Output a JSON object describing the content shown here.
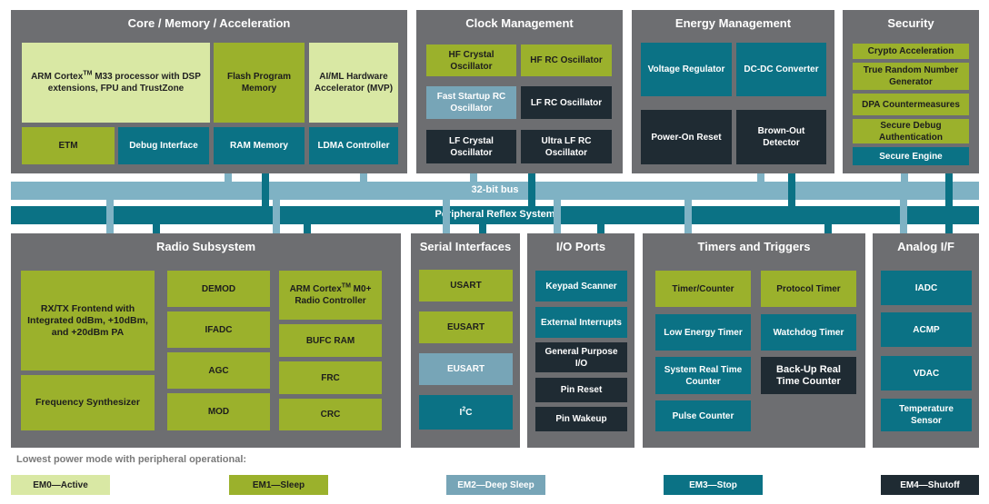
{
  "colors": {
    "panel": "#6d6e71",
    "em0": "#d9e8a4",
    "em1": "#9bb12c",
    "em2": "#77a5b7",
    "em3": "#0b7285",
    "em4": "#1f2b33",
    "bus": "#7fb2c4",
    "prs": "#0b7285"
  },
  "panels": {
    "core": "Core / Memory / Acceleration",
    "clock": "Clock Management",
    "energy": "Energy Management",
    "security": "Security",
    "radio": "Radio Subsystem",
    "serial": "Serial Interfaces",
    "io": "I/O Ports",
    "timers": "Timers and Triggers",
    "analog": "Analog I/F"
  },
  "core": {
    "arm_pre": "ARM Cortex",
    "arm_tm": "TM",
    "arm_post": " M33 processor with DSP extensions, FPU and TrustZone",
    "flash": "Flash Program Memory",
    "aiml": "AI/ML Hardware Accelerator (MVP)",
    "etm": "ETM",
    "debug": "Debug Interface",
    "ram": "RAM Memory",
    "ldma": "LDMA Controller"
  },
  "clock": {
    "hf_crystal": "HF Crystal Oscillator",
    "hf_rc": "HF RC Oscillator",
    "fast_rc": "Fast Startup RC Oscillator",
    "lf_rc": "LF RC Oscillator",
    "lf_crystal": "LF Crystal Oscillator",
    "ulf_rc": "Ultra LF RC Oscillator"
  },
  "energy": {
    "vreg": "Voltage Regulator",
    "dcdc": "DC-DC Converter",
    "por": "Power-On Reset",
    "bod": "Brown-Out Detector"
  },
  "security": {
    "crypto": "Crypto Acceleration",
    "trng": "True Random Number Generator",
    "dpa": "DPA Countermeasures",
    "debug_auth": "Secure Debug Authentication",
    "engine": "Secure Engine"
  },
  "bus": {
    "bus32": "32-bit bus",
    "prs": "Peripheral Reflex System"
  },
  "radio": {
    "rxtx": "RX/TX Frontend with Integrated 0dBm, +10dBm, and +20dBm PA",
    "synth": "Frequency Synthesizer",
    "demod": "DEMOD",
    "ifadc": "IFADC",
    "agc": "AGC",
    "mod": "MOD",
    "m0_pre": "ARM Cortex",
    "m0_tm": "TM",
    "m0_post": " M0+ Radio Controller",
    "bufc": "BUFC RAM",
    "frc": "FRC",
    "crc": "CRC"
  },
  "serial": {
    "usart": "USART",
    "eusart1": "EUSART",
    "eusart2": "EUSART",
    "i2c_pre": "I",
    "i2c_sup": "2",
    "i2c_post": "C"
  },
  "io": {
    "keypad": "Keypad Scanner",
    "extint": "External Interrupts",
    "gpio": "General Purpose I/O",
    "pinreset": "Pin Reset",
    "pinwakeup": "Pin Wakeup"
  },
  "timers": {
    "timer_counter": "Timer/Counter",
    "protocol": "Protocol Timer",
    "letimer": "Low Energy Timer",
    "watchdog": "Watchdog Timer",
    "rtc": "System Real Time Counter",
    "backup_rtc": "Back-Up Real Time Counter",
    "pulse": "Pulse Counter"
  },
  "analog": {
    "iadc": "IADC",
    "acmp": "ACMP",
    "vdac": "VDAC",
    "temp": "Temperature Sensor"
  },
  "legend": {
    "title": "Lowest power mode with peripheral operational:",
    "em0": "EM0—Active",
    "em1": "EM1—Sleep",
    "em2": "EM2—Deep Sleep",
    "em3": "EM3—Stop",
    "em4": "EM4—Shutoff"
  }
}
